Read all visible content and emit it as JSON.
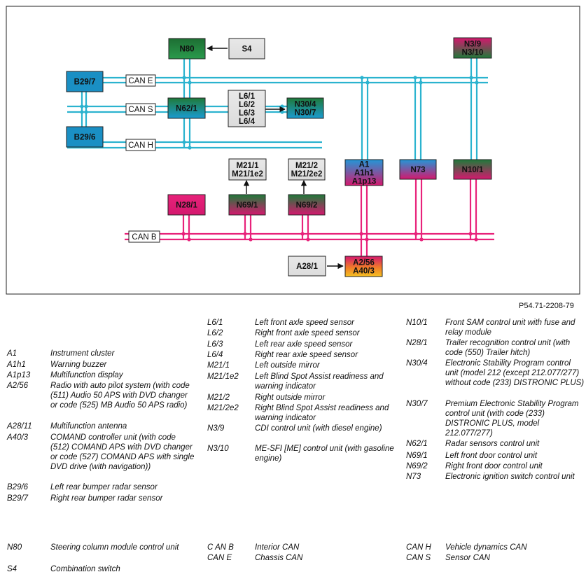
{
  "reference": "P54.71-2208-79",
  "colors": {
    "chassis_can": "#2bb3cf",
    "interior_can": "#e8227a",
    "box_green": "#1f7a3a",
    "box_blue": "#1a8fc4",
    "box_magenta": "#d4186e",
    "box_grey": "#e4e4e4"
  },
  "diagram": {
    "buses": [
      {
        "id": "can-e",
        "label": "CAN E"
      },
      {
        "id": "can-s",
        "label": "CAN S"
      },
      {
        "id": "can-h",
        "label": "CAN H"
      },
      {
        "id": "can-b",
        "label": "CAN B"
      }
    ],
    "boxes": [
      {
        "id": "n80",
        "lines": [
          "N80"
        ],
        "style": "green"
      },
      {
        "id": "s4",
        "lines": [
          "S4"
        ],
        "style": "grey"
      },
      {
        "id": "n3",
        "lines": [
          "N3/9",
          "N3/10"
        ],
        "style": "magenta-green"
      },
      {
        "id": "b29-7",
        "lines": [
          "B29/7"
        ],
        "style": "blue"
      },
      {
        "id": "b29-6",
        "lines": [
          "B29/6"
        ],
        "style": "blue"
      },
      {
        "id": "n62",
        "lines": [
          "N62/1"
        ],
        "style": "green-blue"
      },
      {
        "id": "l6",
        "lines": [
          "L6/1",
          "L6/2",
          "L6/3",
          "L6/4"
        ],
        "style": "grey"
      },
      {
        "id": "n30",
        "lines": [
          "N30/4",
          "N30/7"
        ],
        "style": "green-blue"
      },
      {
        "id": "m21-1",
        "lines": [
          "M21/1",
          "M21/1e2"
        ],
        "style": "grey"
      },
      {
        "id": "m21-2",
        "lines": [
          "M21/2",
          "M21/2e2"
        ],
        "style": "grey"
      },
      {
        "id": "a1",
        "lines": [
          "A1",
          "A1h1",
          "A1p13"
        ],
        "style": "blue-magenta"
      },
      {
        "id": "n73",
        "lines": [
          "N73"
        ],
        "style": "blue-magenta"
      },
      {
        "id": "n10",
        "lines": [
          "N10/1"
        ],
        "style": "green-magenta"
      },
      {
        "id": "n28",
        "lines": [
          "N28/1"
        ],
        "style": "magenta"
      },
      {
        "id": "n69-1",
        "lines": [
          "N69/1"
        ],
        "style": "green-magenta"
      },
      {
        "id": "n69-2",
        "lines": [
          "N69/2"
        ],
        "style": "green-magenta"
      },
      {
        "id": "a28",
        "lines": [
          "A28/1"
        ],
        "style": "grey"
      },
      {
        "id": "a2",
        "lines": [
          "A2/56",
          "A40/3"
        ],
        "style": "magenta-orange"
      }
    ]
  },
  "legend": [
    {
      "code": "A1",
      "desc": "Instrument cluster"
    },
    {
      "code": "A1h1",
      "desc": "Warning buzzer"
    },
    {
      "code": "A1p13",
      "desc": "Multifunction display"
    },
    {
      "code": "A2/56",
      "desc": "Radio with auto pilot system (with code (511) Audio 50 APS with DVD changer or code (525) MB Audio 50 APS radio)"
    },
    {
      "code": "A28/11",
      "desc": "Multifunction antenna"
    },
    {
      "code": "A40/3",
      "desc": "COMAND controller unit (with code (512) COMAND APS with DVD changer or code (527) COMAND APS with single DVD drive (with navigation))"
    },
    {
      "code": "B29/6",
      "desc": "Left rear bumper radar sensor"
    },
    {
      "code": "B29/7",
      "desc": "Right rear bumper radar sensor"
    },
    {
      "code": "L6/1",
      "desc": "Left front axle speed sensor"
    },
    {
      "code": "L6/2",
      "desc": "Right front axle speed sensor"
    },
    {
      "code": "L6/3",
      "desc": "Left rear axle speed sensor"
    },
    {
      "code": "L6/4",
      "desc": "Right rear axle speed sensor"
    },
    {
      "code": "M21/1",
      "desc": "Left outside mirror"
    },
    {
      "code": "M21/1e2",
      "desc": "Left Blind Spot Assist readiness and warning indicator"
    },
    {
      "code": "M21/2",
      "desc": "Right outside mirror"
    },
    {
      "code": "M21/2e2",
      "desc": "Right Blind Spot Assist readiness and warning indicator"
    },
    {
      "code": "N3/9",
      "desc": "CDI control unit (with diesel engine)"
    },
    {
      "code": "N3/10",
      "desc": "ME-SFI [ME] control unit (with gasoline engine)"
    },
    {
      "code": "N10/1",
      "desc": "Front SAM control unit with fuse and relay module"
    },
    {
      "code": "N28/1",
      "desc": "Trailer recognition control unit (with code (550) Trailer hitch)"
    },
    {
      "code": "N30/4",
      "desc": "Electronic Stability Program control unit (model 212 (except 212.077/277) without code (233) DISTRONIC PLUS)"
    },
    {
      "code": "N30/7",
      "desc": "Premium Electronic Stability Program control unit (with code (233) DISTRONIC PLUS, model 212.077/277)"
    },
    {
      "code": "N62/1",
      "desc": "Radar sensors control unit"
    },
    {
      "code": "N69/1",
      "desc": "Left front door control unit"
    },
    {
      "code": "N69/2",
      "desc": "Right front door control unit"
    },
    {
      "code": "N73",
      "desc": "Electronic ignition switch control unit"
    },
    {
      "code": "N80",
      "desc": "Steering column module control unit"
    },
    {
      "code": "S4",
      "desc": "Combination switch"
    },
    {
      "code": "C AN B",
      "desc": "Interior CAN"
    },
    {
      "code": "CAN E",
      "desc": "Chassis CAN"
    },
    {
      "code": "CAN H",
      "desc": "Vehicle dynamics CAN"
    },
    {
      "code": "CAN S",
      "desc": "Sensor CAN"
    }
  ]
}
